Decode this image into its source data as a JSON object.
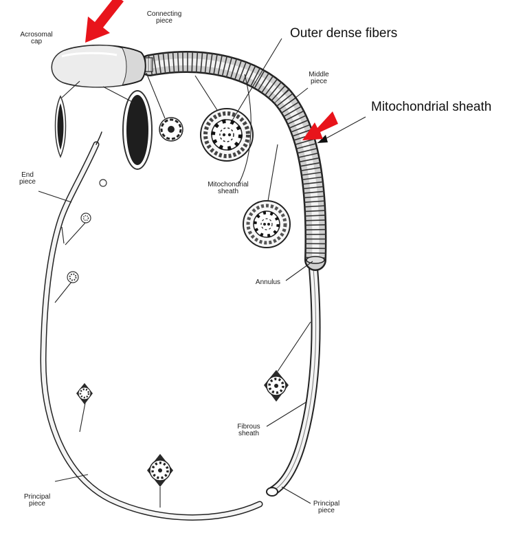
{
  "labels": {
    "acrosomal_cap": {
      "line1": "Acrosomal",
      "line2": "cap"
    },
    "connecting_piece": {
      "line1": "Connecting",
      "line2": "piece"
    },
    "middle_piece": {
      "line1": "Middle",
      "line2": "piece"
    },
    "end_piece": {
      "line1": "End",
      "line2": "piece"
    },
    "mitochondrial_sheath_small": {
      "line1": "Mitochondrial",
      "line2": "sheath"
    },
    "annulus": "Annulus",
    "fibrous_sheath": {
      "line1": "Fibrous",
      "line2": "sheath"
    },
    "principal_piece_left": {
      "line1": "Principal",
      "line2": "piece"
    },
    "principal_piece_right": {
      "line1": "Principal",
      "line2": "piece"
    }
  },
  "annotations": {
    "outer_dense_fibers": "Outer dense fibers",
    "mitochondrial_sheath": "Mitochondrial sheath"
  },
  "colors": {
    "arrow": "#e8141b",
    "ink": "#1a1a1a",
    "nucleus": "#1e1e1e"
  }
}
